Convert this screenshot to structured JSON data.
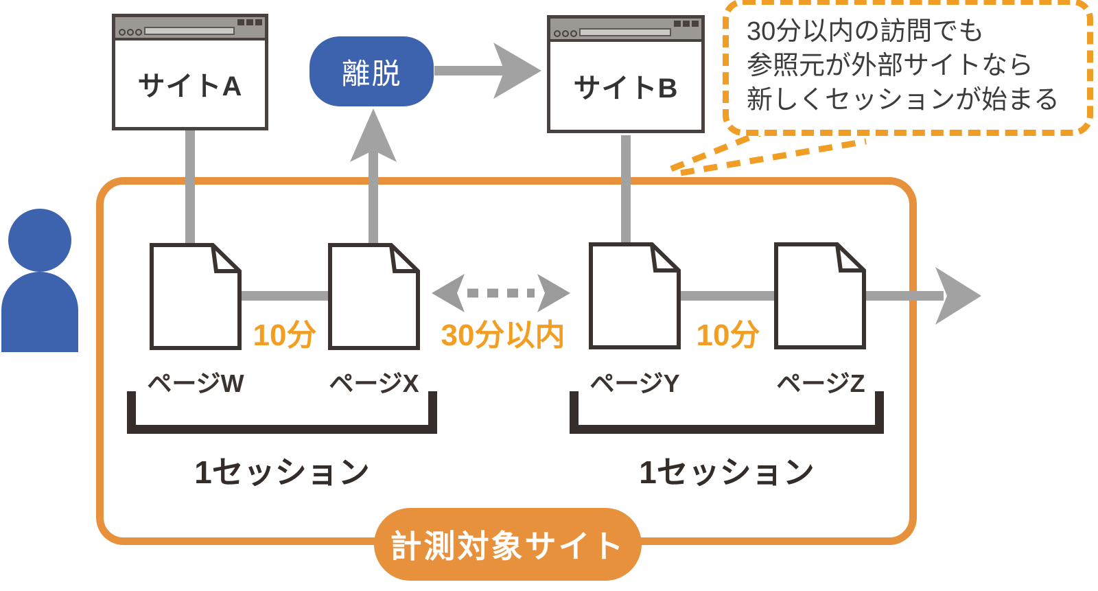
{
  "diagram": {
    "sites": {
      "a": "サイトA",
      "b": "サイトB"
    },
    "exit_label": "離脱",
    "callout": {
      "lines": {
        "0": "30分以内の訪問でも",
        "1": "参照元が外部サイトなら",
        "2": "新しくセッションが始まる"
      }
    },
    "pages": {
      "0": {
        "label": "ページW"
      },
      "1": {
        "label": "ページX"
      },
      "2": {
        "label": "ページY"
      },
      "3": {
        "label": "ページZ"
      }
    },
    "intervals": {
      "wx": "10分",
      "xy": "30分以内",
      "yz": "10分"
    },
    "sessions": {
      "left": "1セッション",
      "right": "1セッション"
    },
    "badge_label": "計測対象サイト",
    "icons": {
      "user": "person-icon",
      "site_windows": "browser-window-icon",
      "pages": "page-document-icon"
    },
    "colors": {
      "orange_box": "#E8913C",
      "orange_text": "#F29E22",
      "orange_dash": "#F09D26",
      "blue": "#3E63AE",
      "gray_connector": "#A2A2A2",
      "dark_outline": "#3B3330"
    }
  }
}
